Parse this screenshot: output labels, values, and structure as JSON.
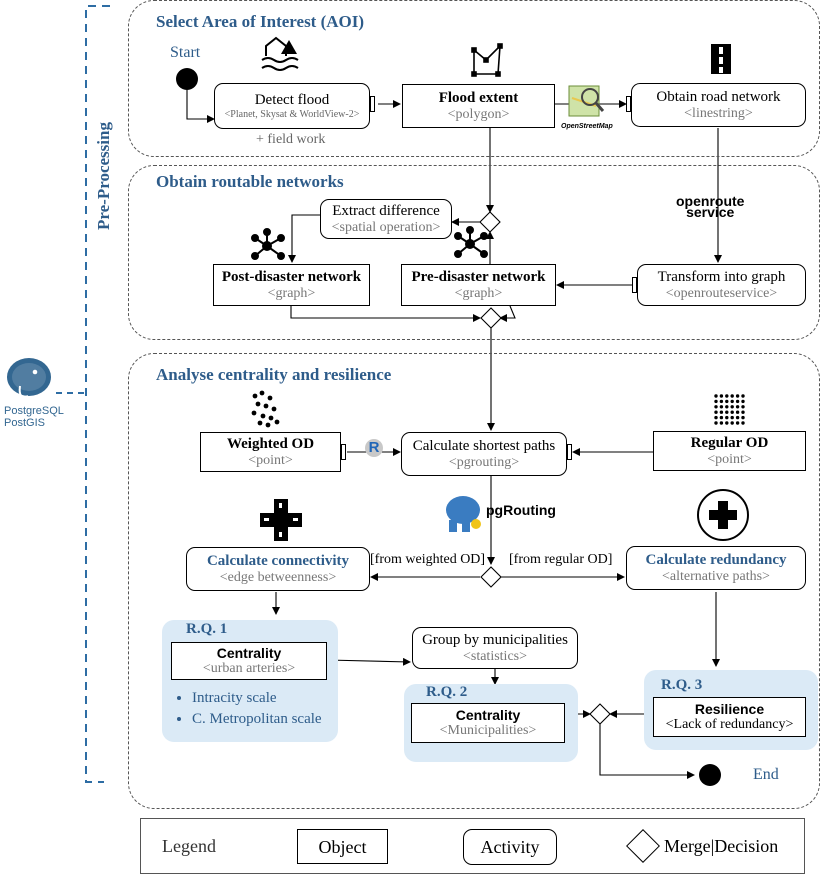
{
  "sidebar": {
    "preprocessing_label": "Pre-Processing",
    "db_brand_1": "PostgreSQL",
    "db_brand_2": "PostGIS"
  },
  "sections": {
    "aoi": "Select Area of Interest (AOI)",
    "networks": "Obtain routable networks",
    "analysis": "Analyse centrality and resilience"
  },
  "nodes": {
    "start": "Start",
    "end": "End",
    "detect_flood": {
      "title": "Detect flood",
      "sub": "<Planet, Skysat & WorldView-2>",
      "note": "+ field work"
    },
    "flood_extent": {
      "title": "Flood extent",
      "sub": "<polygon>"
    },
    "road_network": {
      "title": "Obtain road network",
      "sub": "<linestring>"
    },
    "extract_diff": {
      "title": "Extract difference",
      "sub": "<spatial operation>"
    },
    "post_network": {
      "title": "Post-disaster network",
      "sub": "<graph>"
    },
    "pre_network": {
      "title": "Pre-disaster network",
      "sub": "<graph>"
    },
    "transform_graph": {
      "title": "Transform into graph",
      "sub": "<openrouteservice>"
    },
    "weighted_od": {
      "title": "Weighted OD",
      "sub": "<point>"
    },
    "shortest_paths": {
      "title": "Calculate shortest paths",
      "sub": "<pgrouting>"
    },
    "regular_od": {
      "title": "Regular OD",
      "sub": "<point>"
    },
    "connectivity": {
      "title": "Calculate connectivity",
      "sub": "<edge betweenness>"
    },
    "redundancy": {
      "title": "Calculate redundancy",
      "sub": "<alternative paths>"
    },
    "group_muni": {
      "title": "Group by municipalities",
      "sub": "<statistics>"
    },
    "centrality_arteries": {
      "title": "Centrality",
      "sub": "<urban arteries>"
    },
    "centrality_muni": {
      "title": "Centrality",
      "sub": "<Municipalities>"
    },
    "resilience": {
      "title": "Resilience",
      "sub": "<Lack of redundancy>"
    }
  },
  "rq": {
    "rq1": "R.Q. 1",
    "rq2": "R.Q. 2",
    "rq3": "R.Q. 3"
  },
  "scales": [
    "Intracity scale",
    "C. Metropolitan scale"
  ],
  "edge_labels": {
    "weighted": "[from weighted OD]",
    "regular": "[from regular OD]"
  },
  "logos": {
    "osm": "OpenStreetMap",
    "ors_1": "openroute",
    "ors_2": "service",
    "pgrouting": "pgRouting",
    "r": "R"
  },
  "legend": {
    "title": "Legend",
    "object": "Object",
    "activity": "Activity",
    "merge": "Merge|Decision"
  },
  "icons": [
    "flood-icon",
    "polygon-icon",
    "road-icon",
    "network-icon",
    "scatter-points-icon",
    "grid-points-icon",
    "road-junction-icon",
    "plus-circle-icon",
    "elephant-icon",
    "map-magnifier-icon"
  ],
  "colors": {
    "accent": "#2e5c8a",
    "panel": "#dbeaf6",
    "subtext": "#777777"
  }
}
